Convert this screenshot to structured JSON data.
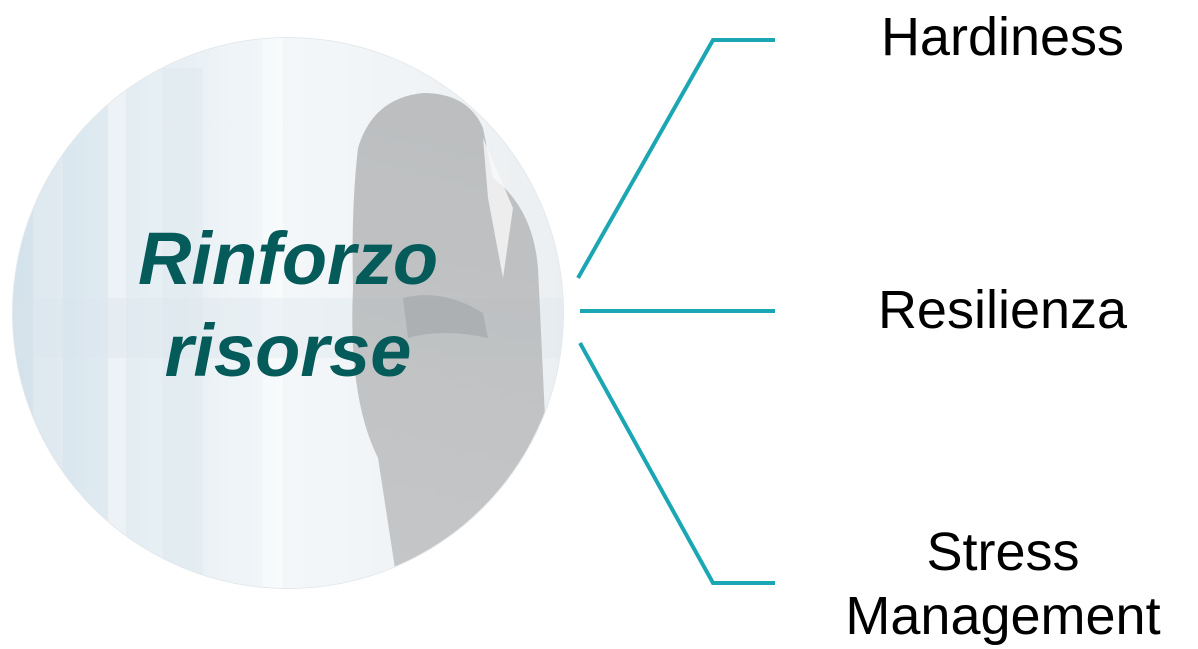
{
  "center": {
    "line1": "Rinforzo",
    "line2": "risorse"
  },
  "branches": [
    {
      "label": "Hardiness"
    },
    {
      "label": "Resilienza"
    },
    {
      "label_line1": "Stress",
      "label_line2": "Management"
    }
  ],
  "colors": {
    "connector": "#1aa6b3",
    "center_text": "#055a5a",
    "label_text": "#000000"
  },
  "icons": [
    "person-photo-background"
  ]
}
